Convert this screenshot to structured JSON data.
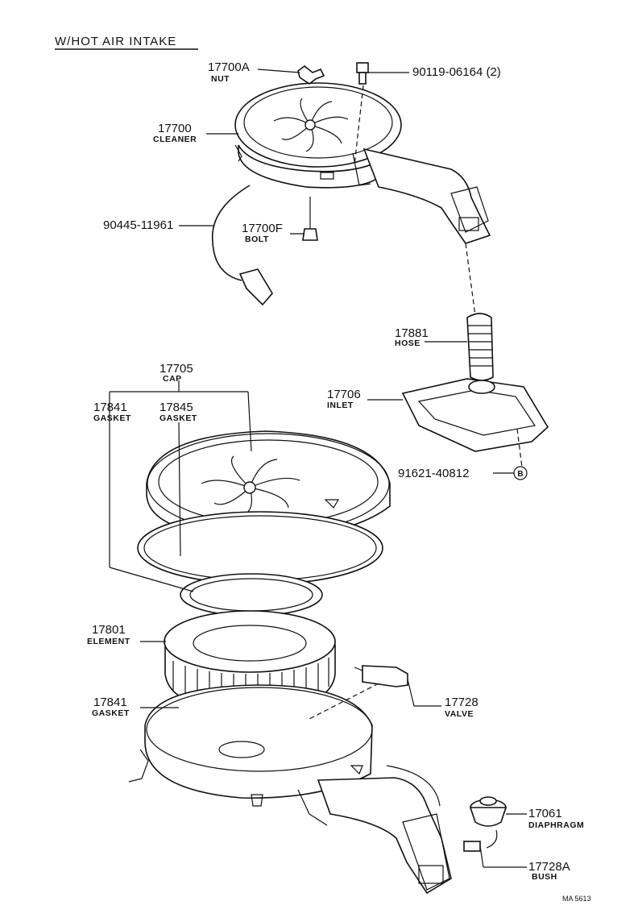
{
  "title": "W/HOT AIR INTAKE",
  "footer_code": "MA 5613",
  "callouts": [
    {
      "part_no": "17700A",
      "name": "NUT"
    },
    {
      "part_no": "90119-06164 (2)",
      "name": ""
    },
    {
      "part_no": "17700",
      "name": "CLEANER"
    },
    {
      "part_no": "90445-11961",
      "name": ""
    },
    {
      "part_no": "17700F",
      "name": "BOLT"
    },
    {
      "part_no": "17881",
      "name": "HOSE"
    },
    {
      "part_no": "17706",
      "name": "INLET"
    },
    {
      "part_no": "91621-40812",
      "name": ""
    },
    {
      "part_no": "17705",
      "name": "CAP"
    },
    {
      "part_no": "17841",
      "name": "GASKET"
    },
    {
      "part_no": "17845",
      "name": "GASKET"
    },
    {
      "part_no": "17801",
      "name": "ELEMENT"
    },
    {
      "part_no": "17841",
      "name": "GASKET"
    },
    {
      "part_no": "17728",
      "name": "VALVE"
    },
    {
      "part_no": "17061",
      "name": "DIAPHRAGM"
    },
    {
      "part_no": "17728A",
      "name": "BUSH"
    }
  ],
  "circle_marker": "B"
}
